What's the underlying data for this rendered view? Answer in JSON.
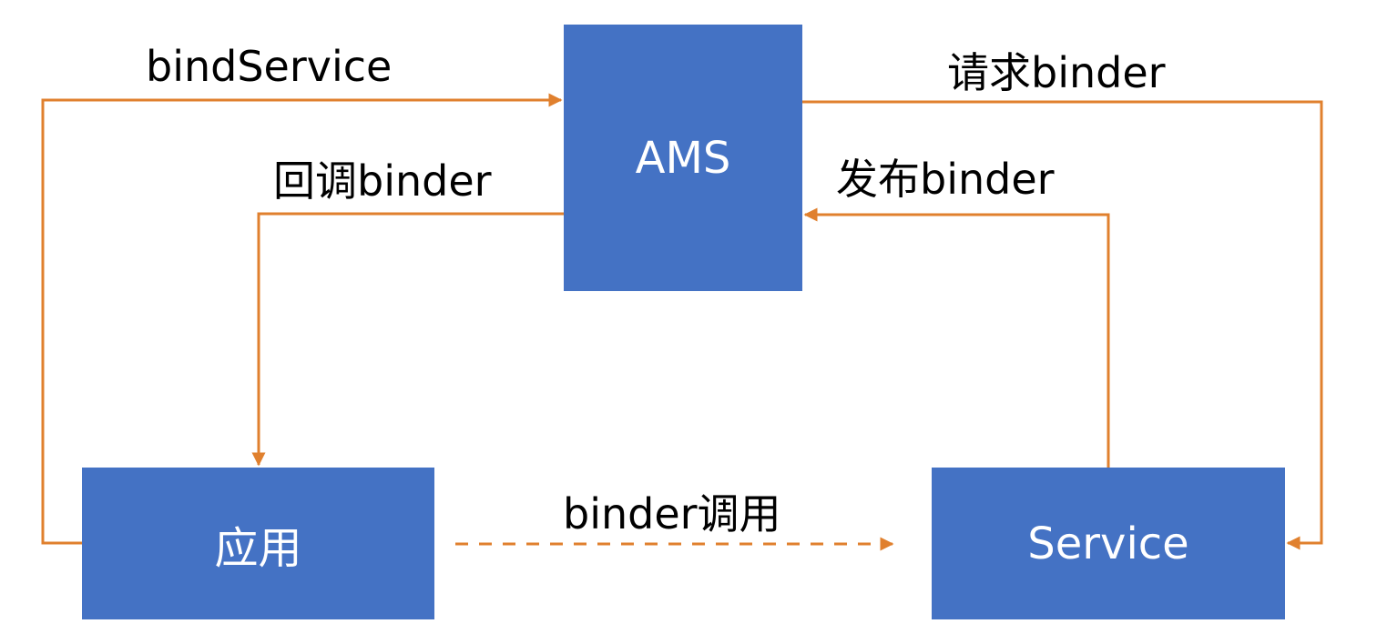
{
  "nodes": {
    "ams": "AMS",
    "app": "应用",
    "service": "Service"
  },
  "edges": {
    "bind_service": "bindService",
    "request_binder": "请求binder",
    "callback_binder": "回调binder",
    "publish_binder": "发布binder",
    "binder_call": "binder调用"
  },
  "colors": {
    "box_fill": "#4472C4",
    "arrow": "#E0802E",
    "box_text": "#FFFFFF",
    "label_text": "#000000"
  }
}
